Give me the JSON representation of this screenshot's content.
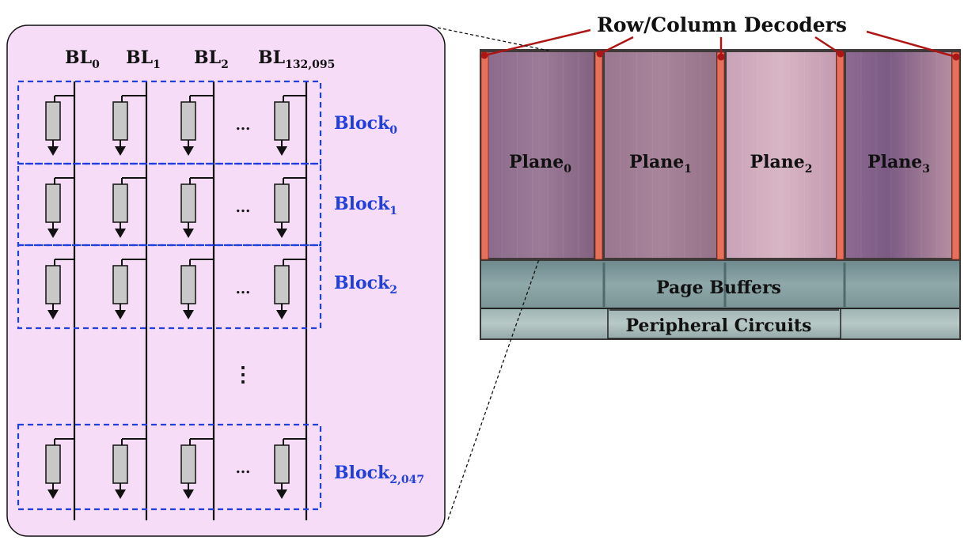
{
  "left_panel": {
    "bitlines": [
      {
        "base": "BL",
        "sub": "0"
      },
      {
        "base": "BL",
        "sub": "1"
      },
      {
        "base": "BL",
        "sub": "2"
      },
      {
        "base": "BL",
        "sub": "132,095"
      }
    ],
    "blocks": [
      {
        "base": "Block",
        "sub": "0"
      },
      {
        "base": "Block",
        "sub": "1"
      },
      {
        "base": "Block",
        "sub": "2"
      },
      {
        "base": "Block",
        "sub": "2,047"
      }
    ],
    "h_ellipsis": "...",
    "v_ellipsis": "⋮"
  },
  "chip": {
    "decoder_label": "Row/Column Decoders",
    "planes": [
      {
        "base": "Plane",
        "sub": "0"
      },
      {
        "base": "Plane",
        "sub": "1"
      },
      {
        "base": "Plane",
        "sub": "2"
      },
      {
        "base": "Plane",
        "sub": "3"
      }
    ],
    "page_buffers_label": "Page Buffers",
    "peripheral_label": "Peripheral Circuits"
  },
  "colors": {
    "panel_fill": "#f7dcf7",
    "block_dash": "#1f3fe0",
    "block_text": "#1f3fe0",
    "decoder": "#e8705a",
    "decoder_callout": "#b01515",
    "cell_fill": "#c8c8c8"
  }
}
